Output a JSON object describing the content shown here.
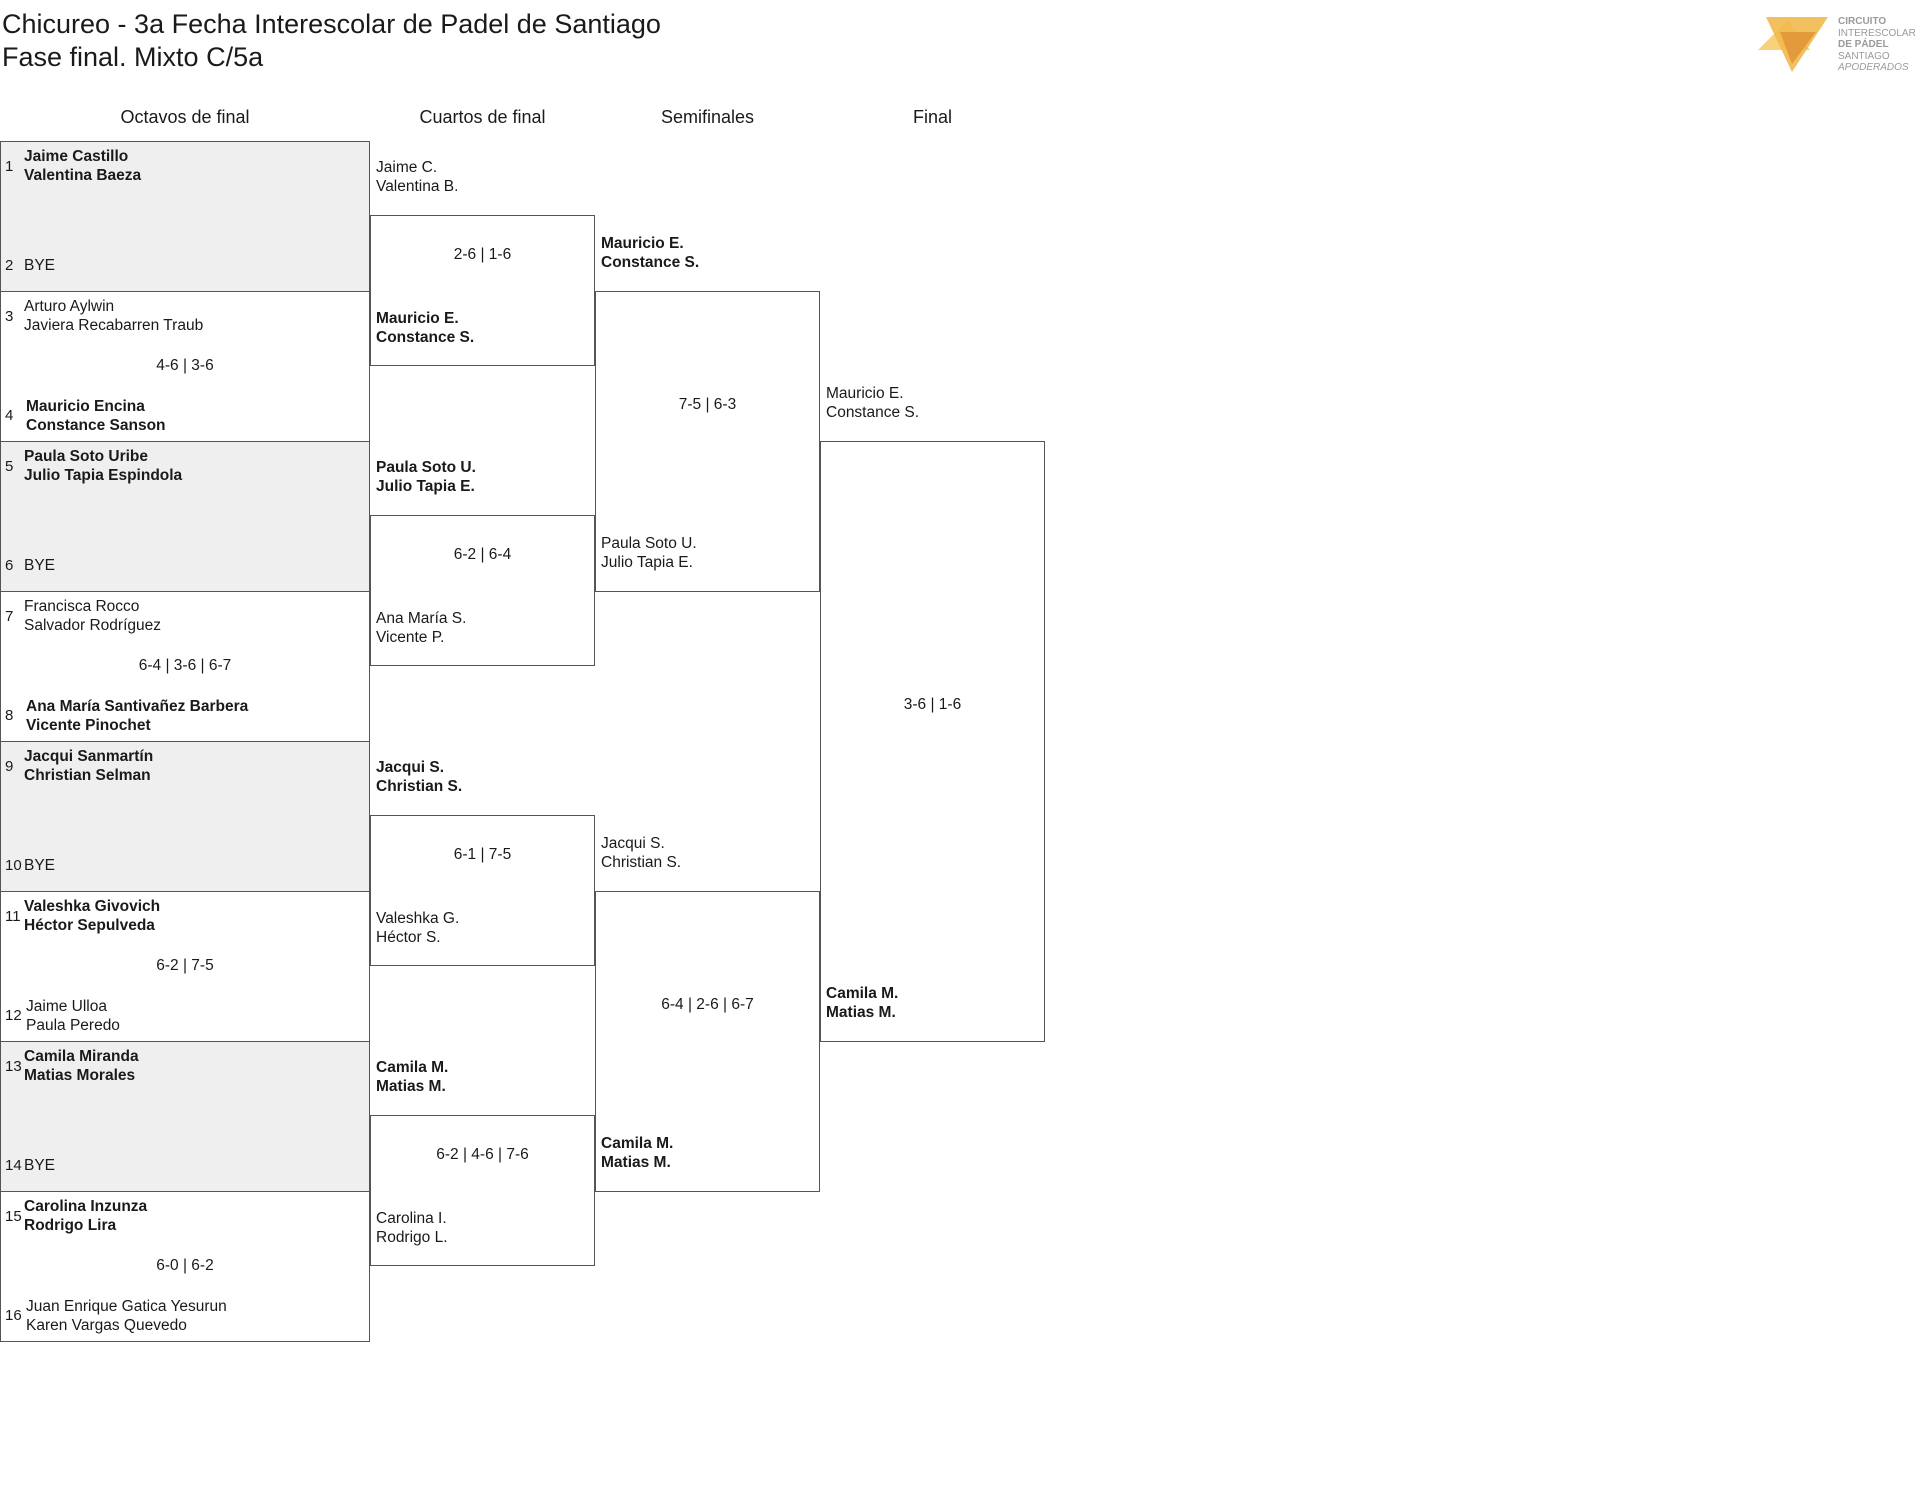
{
  "title": "Chicureo - 3a Fecha Interescolar de Padel de Santiago",
  "subtitle": "Fase final. Mixto C/5a",
  "logo": {
    "line1": "CIRCUITO",
    "line2": "INTERESCOLAR",
    "line3": "DE PÁDEL",
    "line4": "SANTIAGO",
    "line5": "APODERADOS",
    "colors": {
      "light": "#f7d27a",
      "mid": "#f1b94d",
      "dark": "#e39a3b"
    }
  },
  "rounds": [
    "Octavos de final",
    "Cuartos de final",
    "Semifinales",
    "Final"
  ],
  "octavos": [
    {
      "seed_a": "1",
      "seed_b": "2",
      "a1": "Jaime Castillo",
      "a2": "Valentina Baeza",
      "b1": "BYE",
      "b2": "",
      "score": ""
    },
    {
      "seed_a": "3",
      "seed_b": "4",
      "a1": "Arturo Aylwin",
      "a2": "Javiera Recabarren Traub",
      "b1": "Mauricio Encina",
      "b2": "Constance Sanson",
      "score": "4-6 | 3-6"
    },
    {
      "seed_a": "5",
      "seed_b": "6",
      "a1": "Paula Soto Uribe",
      "a2": "Julio Tapia Espindola",
      "b1": "BYE",
      "b2": "",
      "score": ""
    },
    {
      "seed_a": "7",
      "seed_b": "8",
      "a1": "Francisca Rocco",
      "a2": "Salvador Rodríguez",
      "b1": "Ana María Santivañez Barbera",
      "b2": "Vicente Pinochet",
      "score": "6-4 | 3-6 | 6-7"
    },
    {
      "seed_a": "9",
      "seed_b": "10",
      "a1": "Jacqui Sanmartín",
      "a2": "Christian Selman",
      "b1": "BYE",
      "b2": "",
      "score": ""
    },
    {
      "seed_a": "11",
      "seed_b": "12",
      "a1": "Valeshka Givovich",
      "a2": "Héctor Sepulveda",
      "b1": "Jaime Ulloa",
      "b2": "Paula Peredo",
      "score": "6-2 | 7-5"
    },
    {
      "seed_a": "13",
      "seed_b": "14",
      "a1": "Camila Miranda",
      "a2": "Matias Morales",
      "b1": "BYE",
      "b2": "",
      "score": ""
    },
    {
      "seed_a": "15",
      "seed_b": "16",
      "a1": "Carolina Inzunza",
      "a2": "Rodrigo Lira",
      "b1": "Juan Enrique Gatica Yesurun",
      "b2": "Karen Vargas Quevedo",
      "score": "6-0 | 6-2"
    }
  ],
  "cuartos": [
    {
      "a1": "Jaime C.",
      "a2": "Valentina B.",
      "b1": "Mauricio E.",
      "b2": "Constance S.",
      "score": "2-6 | 1-6"
    },
    {
      "a1": "Paula Soto U.",
      "a2": "Julio Tapia E.",
      "b1": "Ana María S.",
      "b2": "Vicente P.",
      "score": "6-2 | 6-4"
    },
    {
      "a1": "Jacqui S.",
      "a2": "Christian S.",
      "b1": "Valeshka G.",
      "b2": "Héctor S.",
      "score": "6-1 | 7-5"
    },
    {
      "a1": "Camila M.",
      "a2": "Matias M.",
      "b1": "Carolina I.",
      "b2": "Rodrigo L.",
      "score": "6-2 | 4-6 | 7-6"
    }
  ],
  "semis": [
    {
      "a1": "Mauricio E.",
      "a2": "Constance S.",
      "b1": "Paula Soto U.",
      "b2": "Julio Tapia E.",
      "score": "7-5 | 6-3"
    },
    {
      "a1": "Jacqui S.",
      "a2": "Christian S.",
      "b1": "Camila M.",
      "b2": "Matias M.",
      "score": "6-4 | 2-6 | 6-7"
    }
  ],
  "final": {
    "a1": "Mauricio E.",
    "a2": "Constance S.",
    "b1": "Camila M.",
    "b2": "Matias M.",
    "score": "3-6 | 1-6"
  }
}
